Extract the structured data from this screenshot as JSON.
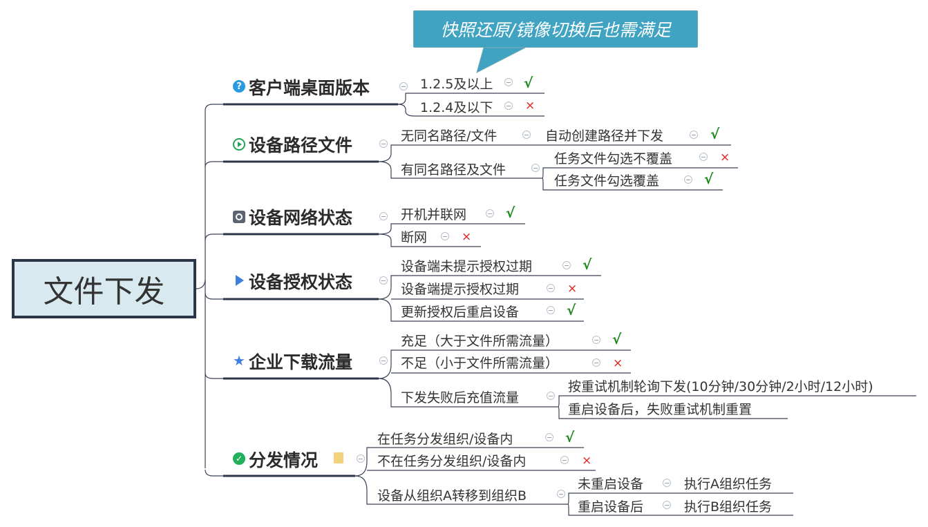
{
  "root": "文件下发",
  "callout": "快照还原/镜像切换后也需满足",
  "icons": {
    "client_version": "help-icon",
    "device_path": "play-circle-icon",
    "network_status": "pie-chart-icon",
    "license_status": "flag-icon",
    "traffic": "star-icon",
    "distribution": "check-circle-icon",
    "distribution_note": "note-icon"
  },
  "marks": {
    "ok": "√",
    "no": "×"
  },
  "branches": [
    {
      "label": "客户端桌面版本",
      "children": [
        {
          "label": "1.2.5及以上"
        },
        {
          "label": "1.2.4及以下"
        }
      ]
    },
    {
      "label": "设备路径文件",
      "children": [
        {
          "label": "无同名路径/文件",
          "sub": [
            {
              "label": "自动创建路径并下发"
            }
          ]
        },
        {
          "label": "有同名路径及文件",
          "sub": [
            {
              "label": "任务文件勾选不覆盖"
            },
            {
              "label": "任务文件勾选覆盖"
            }
          ]
        }
      ]
    },
    {
      "label": "设备网络状态",
      "children": [
        {
          "label": "开机并联网"
        },
        {
          "label": "断网"
        }
      ]
    },
    {
      "label": "设备授权状态",
      "children": [
        {
          "label": "设备端未提示授权过期"
        },
        {
          "label": "设备端提示授权过期"
        },
        {
          "label": "更新授权后重启设备"
        }
      ]
    },
    {
      "label": "企业下载流量",
      "children": [
        {
          "label": "充足（大于文件所需流量）"
        },
        {
          "label": "不足（小于文件所需流量）"
        },
        {
          "label": "下发失败后充值流量",
          "sub": [
            {
              "label": "按重试机制轮询下发(10分钟/30分钟/2小时/12小时)"
            },
            {
              "label": "重启设备后，失败重试机制重置"
            }
          ]
        }
      ]
    },
    {
      "label": "分发情况",
      "children": [
        {
          "label": "在任务分发组织/设备内"
        },
        {
          "label": "不在任务分发组织/设备内"
        },
        {
          "label": "设备从组织A转移到组织B",
          "sub": [
            {
              "label": "未重启设备",
              "sub": [
                {
                  "label": "执行A组织任务"
                }
              ]
            },
            {
              "label": "重启设备后",
              "sub": [
                {
                  "label": "执行B组织任务"
                }
              ]
            }
          ]
        }
      ]
    }
  ]
}
